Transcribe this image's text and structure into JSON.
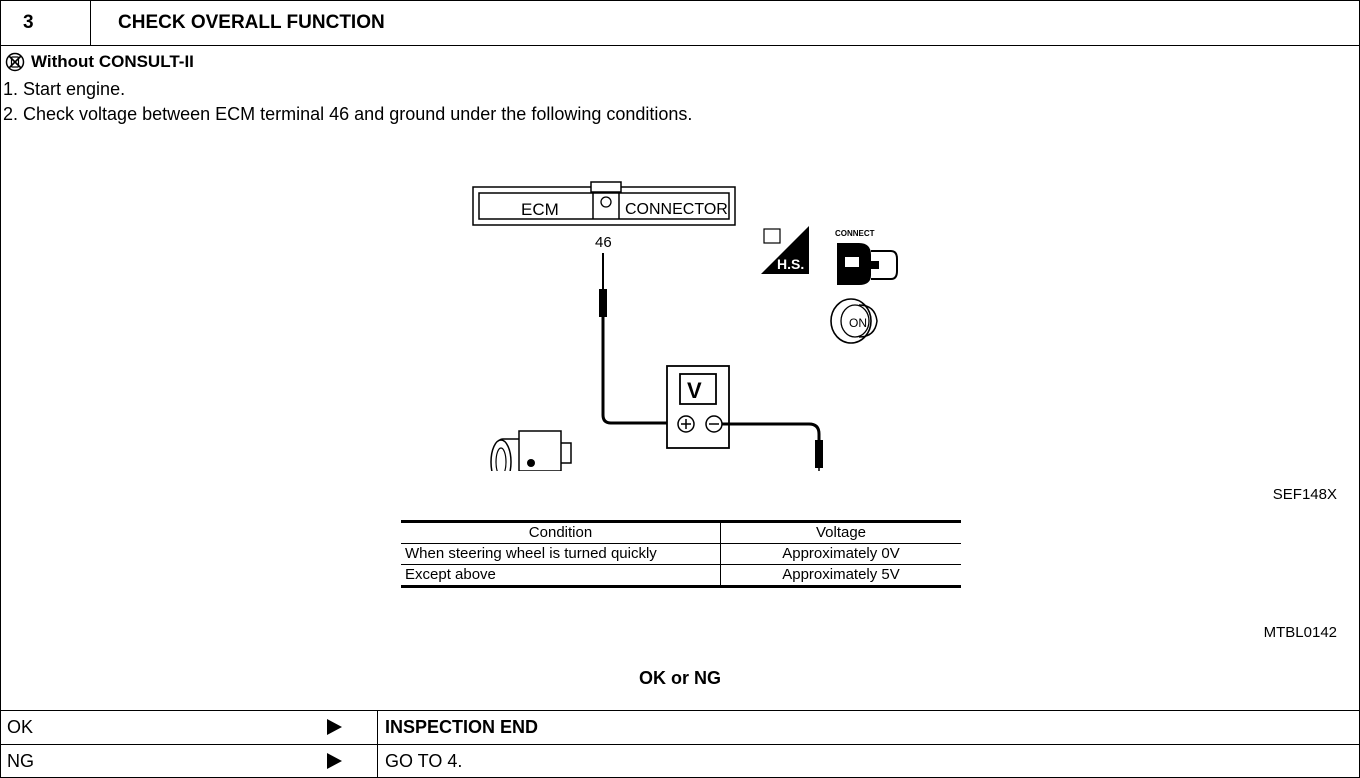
{
  "header": {
    "step_no": "3",
    "title": "CHECK OVERALL FUNCTION"
  },
  "instructions": {
    "mode": "Without CONSULT-II",
    "steps": [
      "1. Start engine.",
      "2. Check voltage between ECM terminal 46 and ground under the following conditions."
    ]
  },
  "diagram": {
    "ecm": "ECM",
    "connector": "CONNECTOR",
    "terminal": "46",
    "meter": "V",
    "hs": "H.S.",
    "connect": "CONNECT",
    "key_on": "ON",
    "code": "SEF148X"
  },
  "table": {
    "headers": [
      "Condition",
      "Voltage"
    ],
    "rows": [
      [
        "When steering wheel is turned quickly",
        "Approximately 0V"
      ],
      [
        "Except above",
        "Approximately 5V"
      ]
    ],
    "code": "MTBL0142"
  },
  "result": {
    "title": "OK or NG",
    "ok_label": "OK",
    "ok_action": "INSPECTION END",
    "ng_label": "NG",
    "ng_action": "GO TO 4."
  }
}
